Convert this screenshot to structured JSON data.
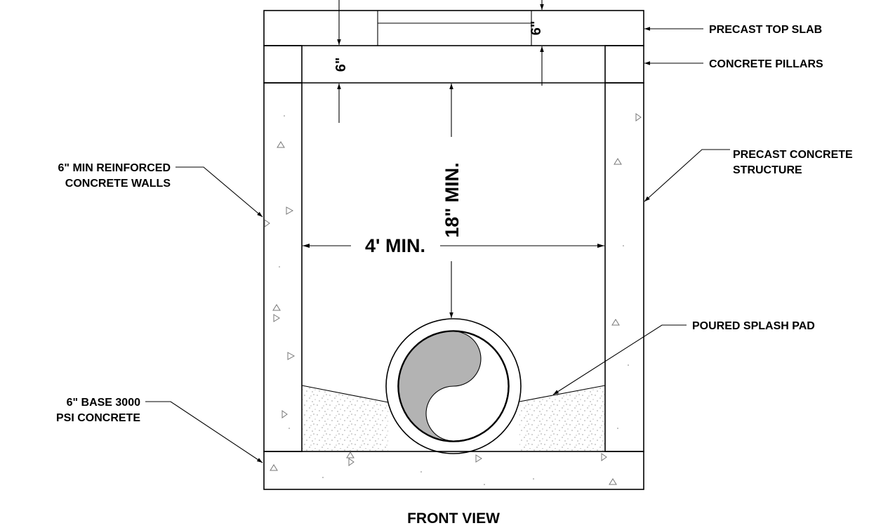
{
  "labels": {
    "precast_top_slab": "PRECAST TOP SLAB",
    "concrete_pillars": "CONCRETE PILLARS",
    "precast_concrete_structure_1": "PRECAST CONCRETE",
    "precast_concrete_structure_2": "STRUCTURE",
    "reinforced_walls_1": "6\" MIN REINFORCED",
    "reinforced_walls_2": "CONCRETE WALLS",
    "poured_splash_pad": "POURED SPLASH PAD",
    "base_1": "6\" BASE 3000",
    "base_2": "PSI CONCRETE"
  },
  "dimensions": {
    "slab_thickness_left": "6\"",
    "slab_thickness_right": "6\"",
    "interior_height": "18\" MIN.",
    "interior_width": "4' MIN."
  },
  "view_title": "FRONT VIEW",
  "colors": {
    "line": "#000000",
    "pipe_fill": "#b3b3b3",
    "hatch": "#555555",
    "aggregate": "#777777"
  }
}
